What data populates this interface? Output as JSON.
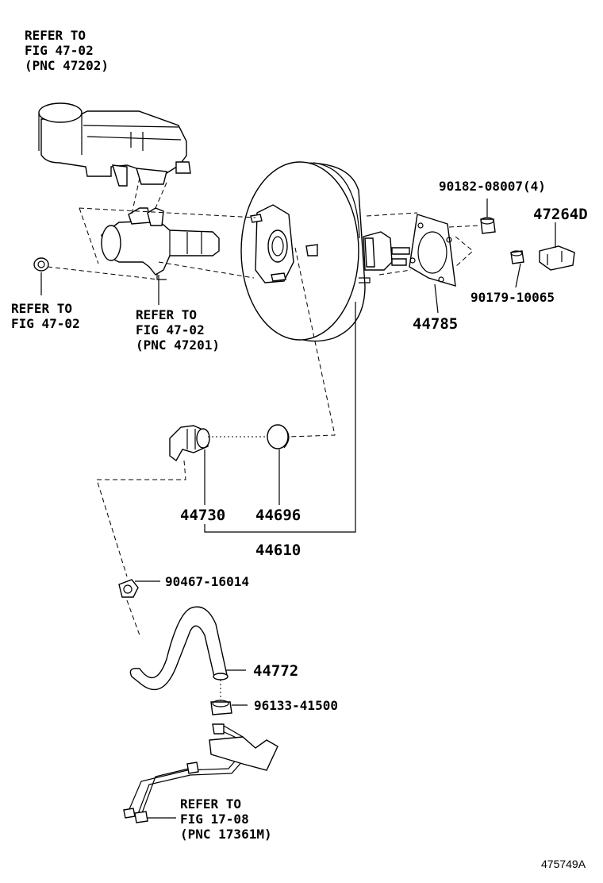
{
  "labels": {
    "ref_top": [
      "REFER TO",
      "FIG 47-02",
      "(PNC 47202)"
    ],
    "ref_left": [
      "REFER TO",
      "FIG 47-02"
    ],
    "ref_mc": [
      "REFER TO",
      "FIG 47-02",
      "(PNC 47201)"
    ],
    "ref_bottom": [
      "REFER TO",
      "FIG 17-08",
      "(PNC 17361M)"
    ],
    "p90182": "90182-08007(4)",
    "p47264d": "47264D",
    "p90179": "90179-10065",
    "p44785": "44785",
    "p44730": "44730",
    "p44696": "44696",
    "p44610": "44610",
    "p90467": "90467-16014",
    "p44772": "44772",
    "p96133": "96133-41500",
    "figure_id": "475749A"
  }
}
